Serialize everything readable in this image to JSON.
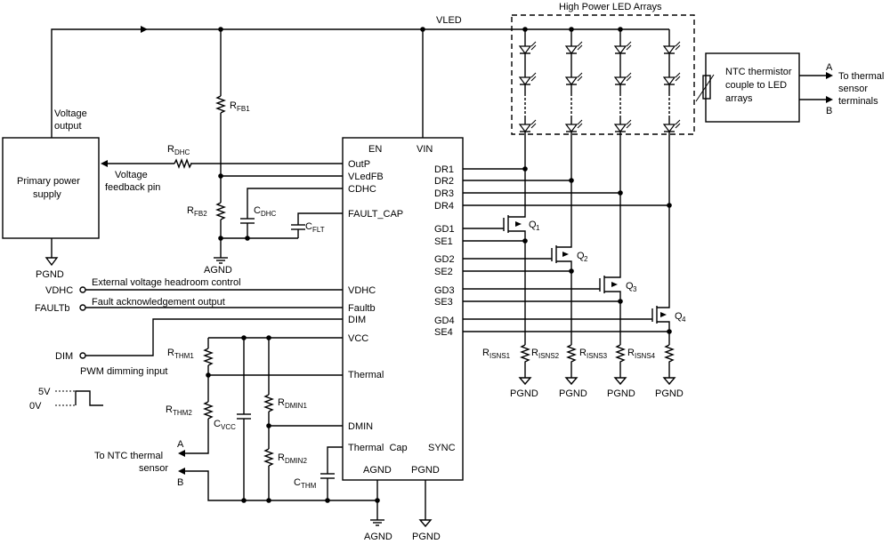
{
  "top": {
    "vled": "VLED",
    "led_title": "High Power LED Arrays"
  },
  "psu": {
    "line1": "Primary power",
    "line2": "supply",
    "vout1": "Voltage",
    "vout2": "output",
    "vfb1": "Voltage",
    "vfb2": "feedback pin",
    "pgnd": "PGND"
  },
  "ntc_box": {
    "line1": "NTC thermistor",
    "line2": "couple to LED",
    "line3": "arrays",
    "a": "A",
    "b": "B",
    "to1": "To thermal",
    "to2": "sensor",
    "to3": "terminals"
  },
  "labels": {
    "rfb1": "R",
    "rfb1_sub": "FB1",
    "rfb2": "R",
    "rfb2_sub": "FB2",
    "cdhc": "C",
    "cdhc_sub": "DHC",
    "cflt": "C",
    "cflt_sub": "FLT",
    "rdhc": "R",
    "rdhc_sub": "DHC",
    "agnd1": "AGND",
    "vdhc": "VDHC",
    "vdhc_desc": "External voltage headroom control",
    "faultb": "FAULTb",
    "faultb_desc": "Fault acknowledgement output",
    "dim": "DIM",
    "dim_desc": "PWM dimming input",
    "v5": "5V",
    "v0": "0V",
    "rthm1": "R",
    "rthm1_sub": "THM1",
    "rthm2": "R",
    "rthm2_sub": "THM2",
    "cvcc": "C",
    "cvcc_sub": "VCC",
    "rdmin1": "R",
    "rdmin1_sub": "DMIN1",
    "rdmin2": "R",
    "rdmin2_sub": "DMIN2",
    "cthm": "C",
    "cthm_sub": "THM",
    "ntc_to1": "To NTC thermal",
    "ntc_to2": "sensor",
    "a2": "A",
    "b2": "B",
    "agnd2": "AGND",
    "pgnd2": "PGND"
  },
  "ic": {
    "en": "EN",
    "vin": "VIN",
    "left_pins": [
      "OutP",
      "VLedFB",
      "CDHC",
      "FAULT_CAP",
      "VDHC",
      "Faultb",
      "DIM",
      "VCC",
      "Thermal",
      "DMIN",
      "Thermal  Cap"
    ],
    "right_pins": [
      "DR1",
      "DR2",
      "DR3",
      "DR4",
      "GD1",
      "SE1",
      "GD2",
      "SE2",
      "GD3",
      "SE3",
      "GD4",
      "SE4"
    ],
    "sync": "SYNC",
    "agnd": "AGND",
    "pgnd": "PGND"
  },
  "fets": [
    "Q",
    "Q",
    "Q",
    "Q"
  ],
  "fet_subs": [
    "1",
    "2",
    "3",
    "4"
  ],
  "risns": [
    {
      "r": "R",
      "sub": "ISNS1"
    },
    {
      "r": "R",
      "sub": "ISNS2"
    },
    {
      "r": "R",
      "sub": "ISNS3"
    },
    {
      "r": "R",
      "sub": "ISNS4"
    }
  ],
  "pgnd_bottom": [
    "PGND",
    "PGND",
    "PGND",
    "PGND"
  ]
}
